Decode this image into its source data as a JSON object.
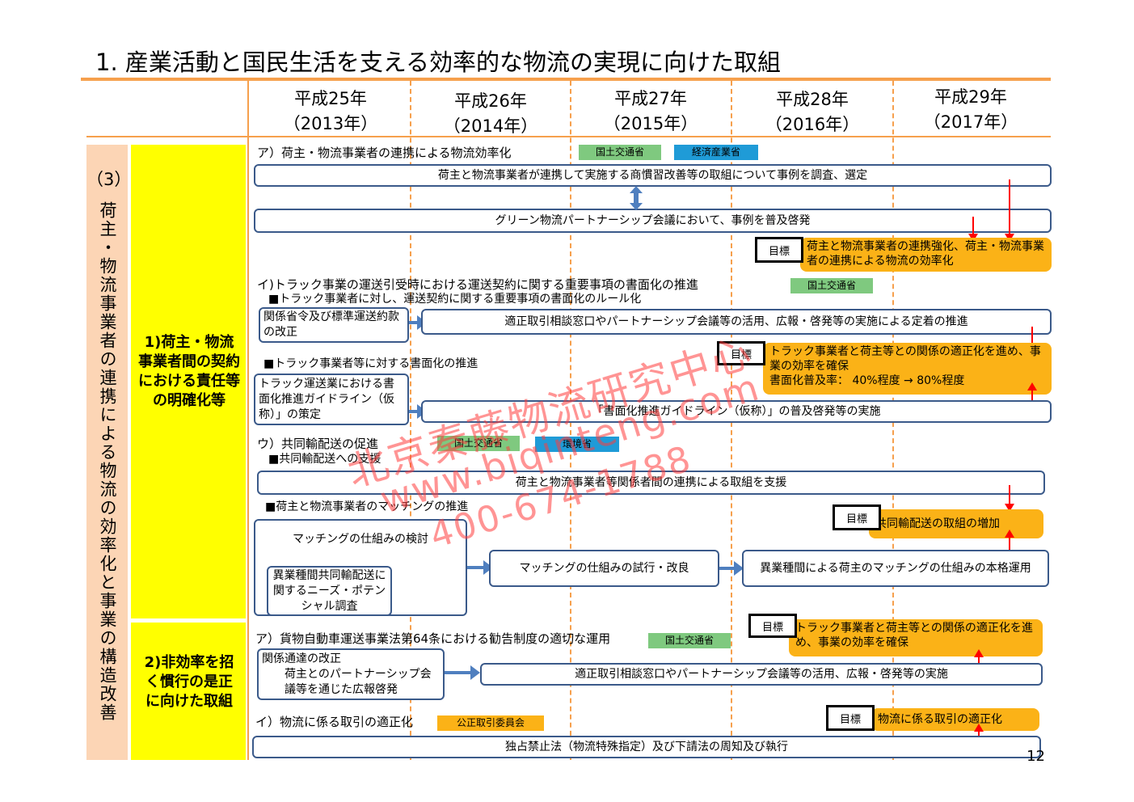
{
  "title": "1. 産業活動と国民生活を支える効率的な物流の実現に向けた取組",
  "years": [
    {
      "line1": "平成25年",
      "line2": "（2013年）"
    },
    {
      "line1": "平成26年",
      "line2": "（2014年）"
    },
    {
      "line1": "平成27年",
      "line2": "（2015年）"
    },
    {
      "line1": "平成28年",
      "line2": "（2016年）"
    },
    {
      "line1": "平成29年",
      "line2": "（2017年）"
    }
  ],
  "section": {
    "number": "（3）",
    "title": "荷主・物流事業者の連携による物流の効率化と事業の構造改善"
  },
  "sub1": {
    "label": "1)荷主・物流事業者間の契約における責任等の明確化等"
  },
  "sub2": {
    "label": "2)非効率を招く慣行の是正に向けた取組"
  },
  "items": {
    "a": {
      "heading": "ア）荷主・物流事業者の連携による物流効率化",
      "tag1": "国土交通省",
      "tag2": "経済産業省",
      "bar1": "荷主と物流事業者が連携して実施する商慣習改善等の取組について事例を調査、選定",
      "bar2": "グリーン物流パートナーシップ会議において、事例を普及啓発",
      "goal_label": "目標",
      "goal_text": "荷主と物流事業者の連携強化、荷主・物流事業者の連携による物流の効率化"
    },
    "i": {
      "heading": "イ)トラック事業の運送引受時における運送契約に関する重要事項の書面化の推進",
      "tag": "国土交通省",
      "sub1": "■トラック事業者に対し、運送契約に関する重要事項の書面化のルール化",
      "box1": "関係省令及び標準運送約款の改正",
      "bar1": "適正取引相談窓口やパートナーシップ会議等の活用、広報・啓発等の実施による定着の推進",
      "sub2": "■トラック事業者等に対する書面化の推進",
      "goal_label": "目標",
      "goal_text": "トラック事業者と荷主等との関係の適正化を進め、事業の効率を確保",
      "goal_text2": "書面化普及率： 40%程度 → 80%程度",
      "box2": "トラック運送業における書面化推進ガイドライン（仮称）」の策定",
      "bar2": "「書面化推進ガイドライン（仮称）」の普及啓発等の実施"
    },
    "u": {
      "heading": "ウ）共同輸配送の促進",
      "tag1": "国土交通省",
      "tag2": "環境省",
      "sub1": "■共同輸配送への支援",
      "bar1": "荷主と物流事業者等関係者間の連携による取組を支援",
      "sub2": "■荷主と物流事業者のマッチングの推進",
      "goal_label": "目標",
      "goal_text": "共同輸配送の取組の増加",
      "box1": "マッチングの仕組みの検討",
      "box2": "異業種間共同輸配送に関するニーズ・ポテンシャル調査",
      "box3": "マッチングの仕組みの試行・改良",
      "box4": "異業種間による荷主のマッチングの仕組みの本格運用"
    },
    "b": {
      "heading": "ア）貨物自動車運送事業法第64条における勧告制度の適切な運用",
      "tag": "国土交通省",
      "goal_label": "目標",
      "goal_text": "トラック事業者と荷主等との関係の適正化を進め、事業の効率を確保",
      "box1a": "関係通達の改正",
      "box1b": "荷主とのパートナーシップ会議等を通じた広報啓発",
      "bar1": "適正取引相談窓口やパートナーシップ会議等の活用、広報・啓発等の実施"
    },
    "c": {
      "heading": "イ）物流に係る取引の適正化",
      "tag": "公正取引委員会",
      "goal_label": "目標",
      "goal_text": "物流に係る取引の適正化",
      "bar1": "独占禁止法（物流特殊指定）及び下請法の周知及び執行"
    }
  },
  "watermark": {
    "line1": "北京秦藤物流研究中心",
    "line2": "www.biqinteng.com",
    "line3": "400-674-1788"
  },
  "page_number": "12"
}
